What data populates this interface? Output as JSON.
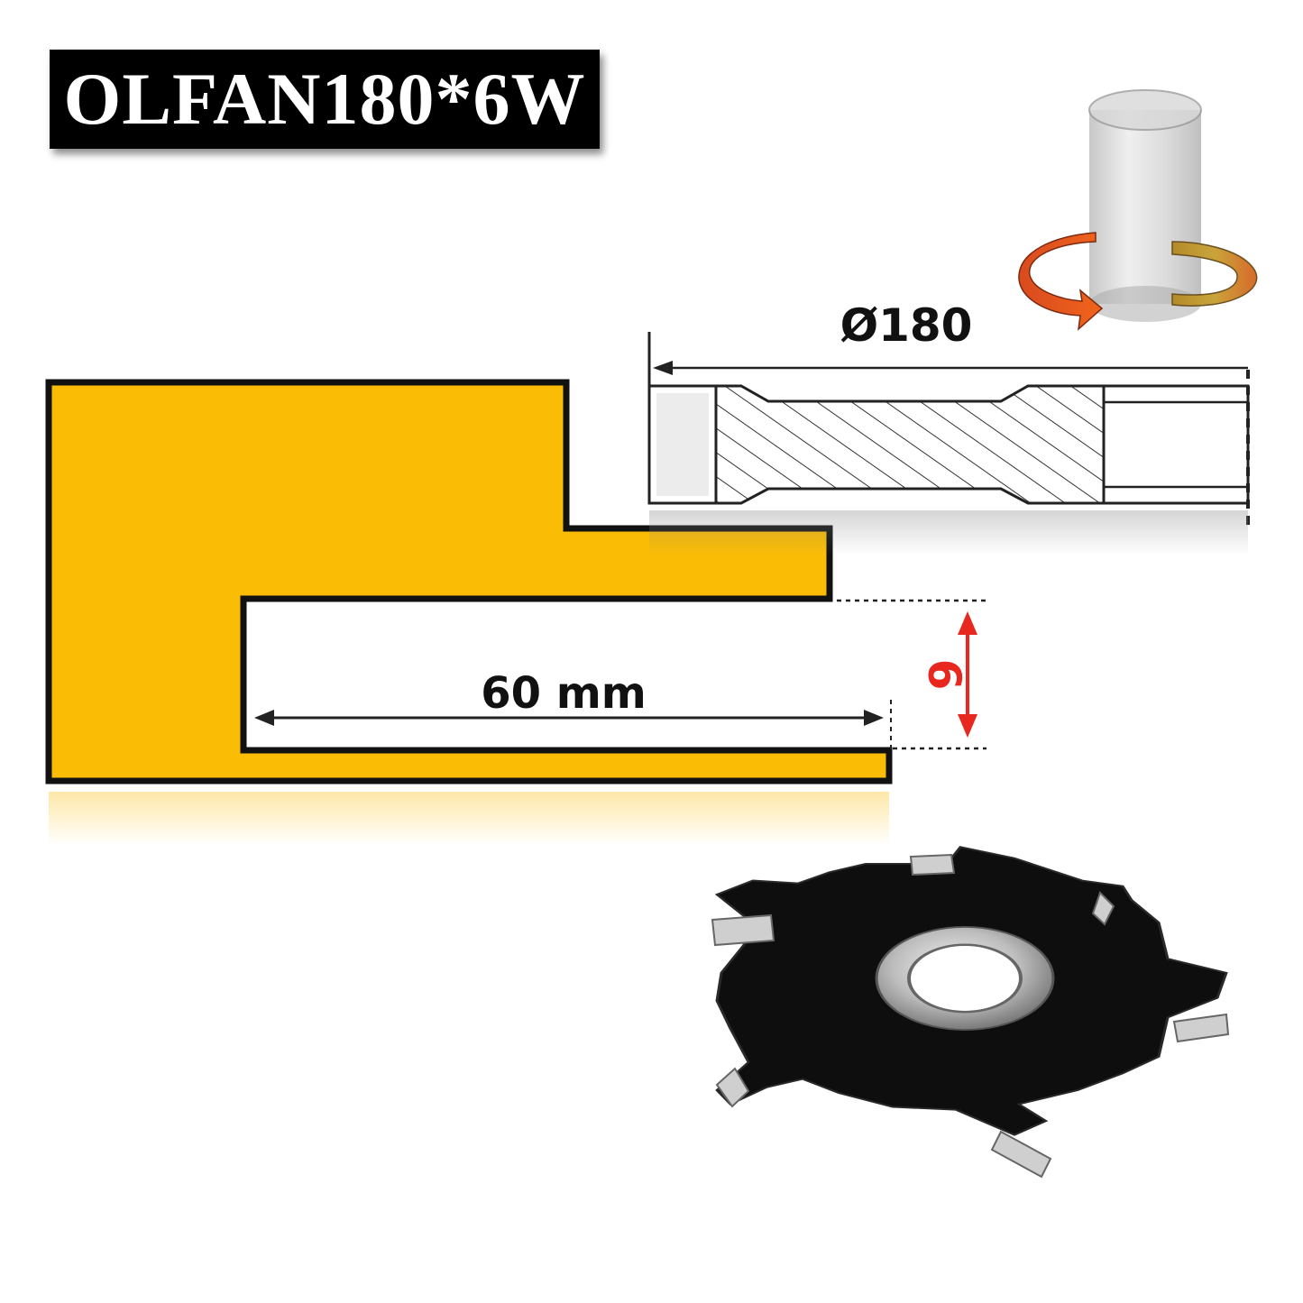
{
  "title": "OLFAN180*6W",
  "dimensions": {
    "diameter": "Ø180",
    "depth": "60 mm",
    "thickness": "6"
  },
  "colors": {
    "profile_fill": "#fbbc05",
    "thickness_arrow": "#e8281e",
    "label_background": "#000000",
    "blade_body": "#0e0e0e"
  },
  "icons": {
    "rotation": "rotation-arrow-icon",
    "spindle": "spindle-cylinder-icon"
  }
}
